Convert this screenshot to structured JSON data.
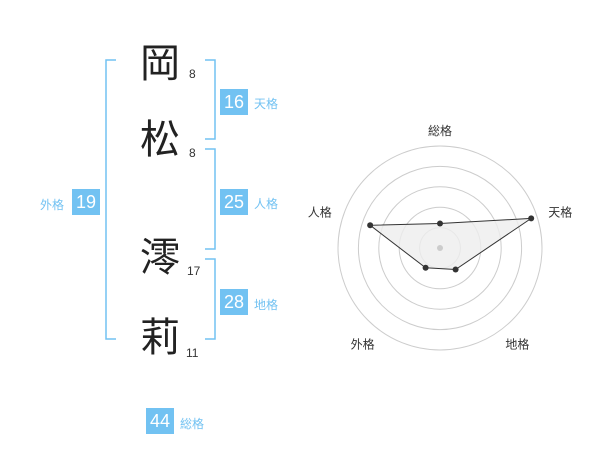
{
  "name": {
    "characters": [
      {
        "char": "岡",
        "strokes": "8"
      },
      {
        "char": "松",
        "strokes": "8"
      },
      {
        "char": "澪",
        "strokes": "17"
      },
      {
        "char": "莉",
        "strokes": "11"
      }
    ]
  },
  "scores": {
    "tenkaku": {
      "value": "16",
      "label": "天格"
    },
    "jinkaku": {
      "value": "25",
      "label": "人格"
    },
    "chikaku": {
      "value": "28",
      "label": "地格"
    },
    "gaikaku": {
      "value": "19",
      "label": "外格"
    },
    "soukaku": {
      "value": "44",
      "label": "総格"
    }
  },
  "colors": {
    "accent": "#72c2f2",
    "radar_line": "#333333",
    "radar_fill": "#eeeeee",
    "ring": "#cccccc"
  },
  "chart_data": {
    "type": "radar",
    "axes": [
      "総格",
      "天格",
      "地格",
      "外格",
      "人格"
    ],
    "values": [
      1.2,
      4.7,
      1.3,
      1.2,
      3.6
    ],
    "rmax": 5,
    "rings": 5
  }
}
